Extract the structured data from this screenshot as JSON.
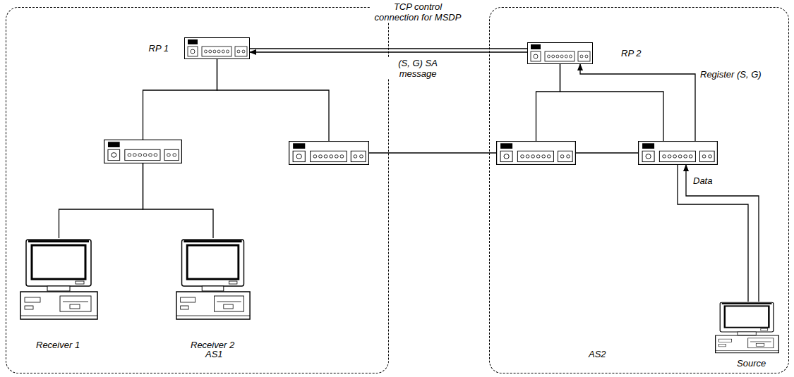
{
  "diagram": {
    "nodes": [
      {
        "text": [
          "AS1"
        ]
      },
      {
        "text": [
          "RP 1"
        ],
        "in": 0
      },
      {
        "text": [],
        "in": 0
      },
      {
        "text": [],
        "in": 0
      },
      {
        "text": [
          "Receiver 1"
        ],
        "in": 0
      },
      {
        "text": [
          "Receiver 2"
        ],
        "in": 0
      },
      {
        "text": [
          "AS2"
        ]
      },
      {
        "text": [
          "RP 2"
        ],
        "in": 6
      },
      {
        "text": [],
        "in": 6
      },
      {
        "text": [],
        "in": 6
      },
      {
        "text": [
          "Source"
        ],
        "in": 6
      }
    ],
    "edges": [
      {
        "from": 1,
        "to": 7,
        "arrow": "none",
        "label": "TCP control connection for MSDP"
      },
      {
        "from": 7,
        "to": 1,
        "arrow": "to",
        "label": "(S, G) SA message"
      },
      {
        "from": 1,
        "to": 2,
        "arrow": "none"
      },
      {
        "from": 1,
        "to": 3,
        "arrow": "none"
      },
      {
        "from": 2,
        "to": 4,
        "arrow": "none"
      },
      {
        "from": 2,
        "to": 5,
        "arrow": "none"
      },
      {
        "from": 3,
        "to": 8,
        "arrow": "none"
      },
      {
        "from": 8,
        "to": 7,
        "arrow": "none"
      },
      {
        "from": 9,
        "to": 7,
        "arrow": "none"
      },
      {
        "from": 8,
        "to": 9,
        "arrow": "none"
      },
      {
        "from": 9,
        "to": 7,
        "arrow": "to",
        "label": "Register (S, G)"
      },
      {
        "from": 10,
        "to": 9,
        "arrow": "none"
      },
      {
        "from": 10,
        "to": 9,
        "arrow": "to",
        "label": "Data"
      }
    ]
  }
}
